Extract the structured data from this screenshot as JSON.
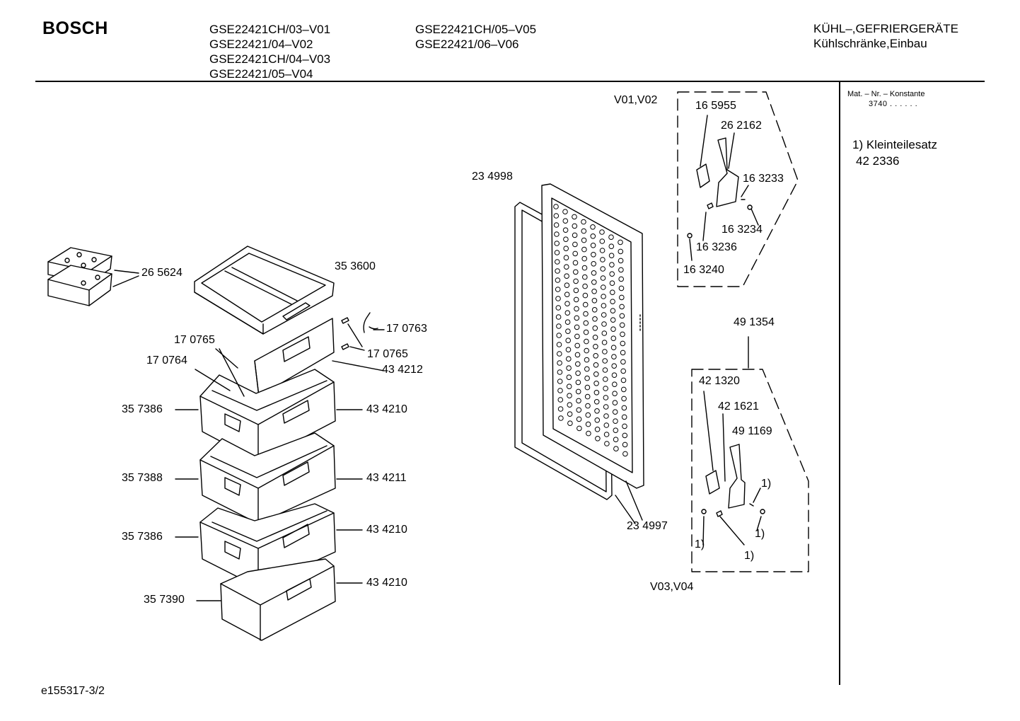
{
  "brand": "BOSCH",
  "models_col1": [
    "GSE22421CH/03–V01",
    "GSE22421/04–V02",
    "GSE22421CH/04–V03",
    "GSE22421/05–V04"
  ],
  "models_col2": [
    "GSE22421CH/05–V05",
    "GSE22421/06–V06"
  ],
  "category": {
    "line1": "KÜHL–,GEFRIERGERÄTE",
    "line2": "Kühlschränke,Einbau"
  },
  "side": {
    "header": "Mat. – Nr. – Konstante",
    "value": "3740 . . . . . .",
    "kit_label": "1) Kleinteilesatz",
    "kit_number": "42 2336"
  },
  "footer": "e155317-3/2",
  "labels": {
    "l265624": "26 5624",
    "l353600": "35 3600",
    "l170763": "17 0763",
    "l170765a": "17 0765",
    "l170765b": "17 0765",
    "l170764": "17 0764",
    "l434212": "43 4212",
    "l357386a": "35 7386",
    "l434210a": "43 4210",
    "l357388": "35 7388",
    "l434211": "43 4211",
    "l357386b": "35 7386",
    "l434210b": "43 4210",
    "l434210c": "43 4210",
    "l357390": "35 7390",
    "l234998": "23 4998",
    "l234997": "23 4997",
    "v0102": "V01,V02",
    "l165955": "16 5955",
    "l262162": "26 2162",
    "l163233": "16 3233",
    "l163234": "16 3234",
    "l163236": "16 3236",
    "l163240": "16 3240",
    "l491354": "49 1354",
    "l421320": "42 1320",
    "l421621": "42 1621",
    "l491169": "49 1169",
    "k1a": "1)",
    "k1b": "1)",
    "k1c": "1)",
    "k1d": "1)",
    "v0304": "V03,V04"
  }
}
